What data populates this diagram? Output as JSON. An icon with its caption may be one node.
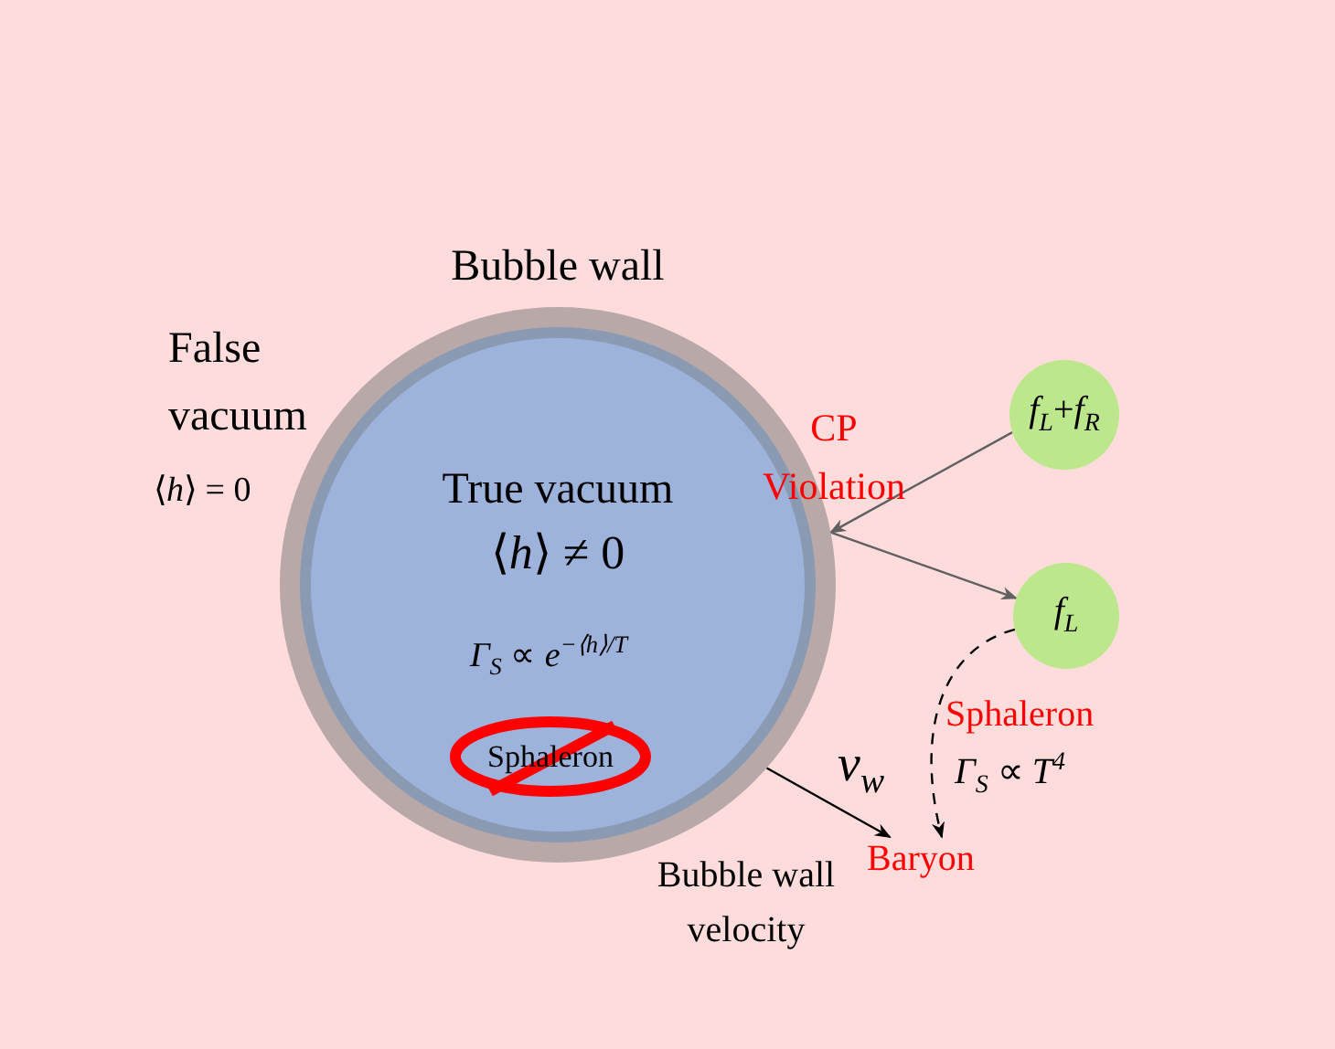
{
  "diagram": {
    "nodes": [
      {
        "text": [
          "True vacuum",
          "⟨*h*⟩ ≠ 0",
          "*Γ*$_{S}$ ∝ *e*$^{−⟨h⟩/T}$"
        ],
        "beside": [
          "Bubble wall"
        ]
      },
      {
        "text": [
          "Sphaleron"
        ],
        "in": 0
      },
      {
        "text": [
          "*f*$_{L}$+*f*$_{R}$"
        ]
      },
      {
        "text": [
          "*f*$_{L}$"
        ]
      },
      {
        "text": [
          "Baryon"
        ]
      }
    ],
    "edges": [
      {
        "from": 2,
        "to": 0,
        "arrow": "to",
        "color": "#606060"
      },
      {
        "from": 0,
        "to": 3,
        "arrow": "to",
        "color": "#606060"
      },
      {
        "from": 0,
        "to": 4,
        "arrow": "to",
        "label": "*v*$_{w}$",
        "color": "#000000"
      },
      {
        "from": 3,
        "to": 4,
        "arrow": "to",
        "style": "dashed",
        "color": "#000000"
      }
    ],
    "labels": [
      "False vacuum",
      "⟨*h*⟩ = 0",
      "CP Violation",
      "Sphaleron",
      "*Γ*$_{S}$ ∝ *T*$^{4}$",
      "Bubble wall velocity"
    ]
  }
}
